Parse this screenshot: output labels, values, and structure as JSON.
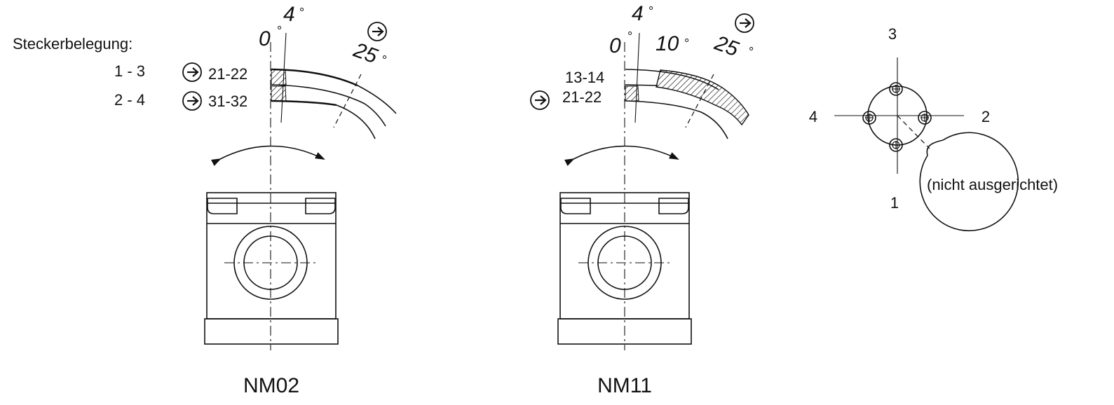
{
  "legend": {
    "title": "Steckerbelegung:",
    "rows": [
      {
        "pins": "1 - 3",
        "contacts": "21-22"
      },
      {
        "pins": "2 - 4",
        "contacts": "31-32"
      }
    ]
  },
  "nm02": {
    "name": "NM02",
    "angle_0": "0",
    "angle_4": "4",
    "angle_25": "25",
    "degree_symbol": "°"
  },
  "nm11": {
    "name": "NM11",
    "contact_top": "13-14",
    "contact_bottom": "21-22",
    "angle_0": "0",
    "angle_4": "4",
    "angle_10": "10",
    "angle_25": "25",
    "degree_symbol": "°"
  },
  "connector": {
    "pin_top": "3",
    "pin_left": "4",
    "pin_right": "2",
    "pin_bottom": "1",
    "note": "(nicht ausgerichtet)"
  },
  "icons": {
    "direction": "arrow-right-circle-icon",
    "rotation": "rotation-arrow-icon"
  }
}
